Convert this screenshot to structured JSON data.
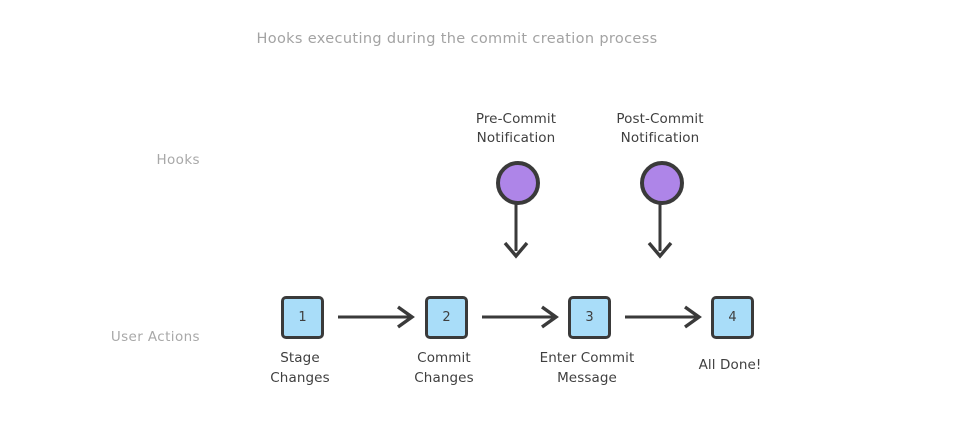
{
  "diagram": {
    "title": "Hooks executing during the commit creation process",
    "background_color": "#ffffff",
    "colors": {
      "hook_fill": "#ae85e8",
      "step_fill": "#a9ddf9",
      "stroke": "#3a3a3a",
      "label_gray": "#a8a8a8",
      "text_dark": "#3f3f3f"
    },
    "lanes": [
      {
        "id": "hooks",
        "label": "Hooks"
      },
      {
        "id": "user-actions",
        "label": "User Actions"
      }
    ],
    "hooks": [
      {
        "id": "pre-commit",
        "caption_line1": "Pre-Commit",
        "caption_line2": "Notification",
        "shape": "circle",
        "points_to_step": 2
      },
      {
        "id": "post-commit",
        "caption_line1": "Post-Commit",
        "caption_line2": "Notification",
        "shape": "circle",
        "points_to_step": 3
      }
    ],
    "steps": [
      {
        "number": "1",
        "caption_line1": "Stage",
        "caption_line2": "Changes"
      },
      {
        "number": "2",
        "caption_line1": "Commit",
        "caption_line2": "Changes"
      },
      {
        "number": "3",
        "caption_line1": "Enter Commit",
        "caption_line2": "Message"
      },
      {
        "number": "4",
        "caption_line1": "All Done!",
        "caption_line2": ""
      }
    ]
  }
}
